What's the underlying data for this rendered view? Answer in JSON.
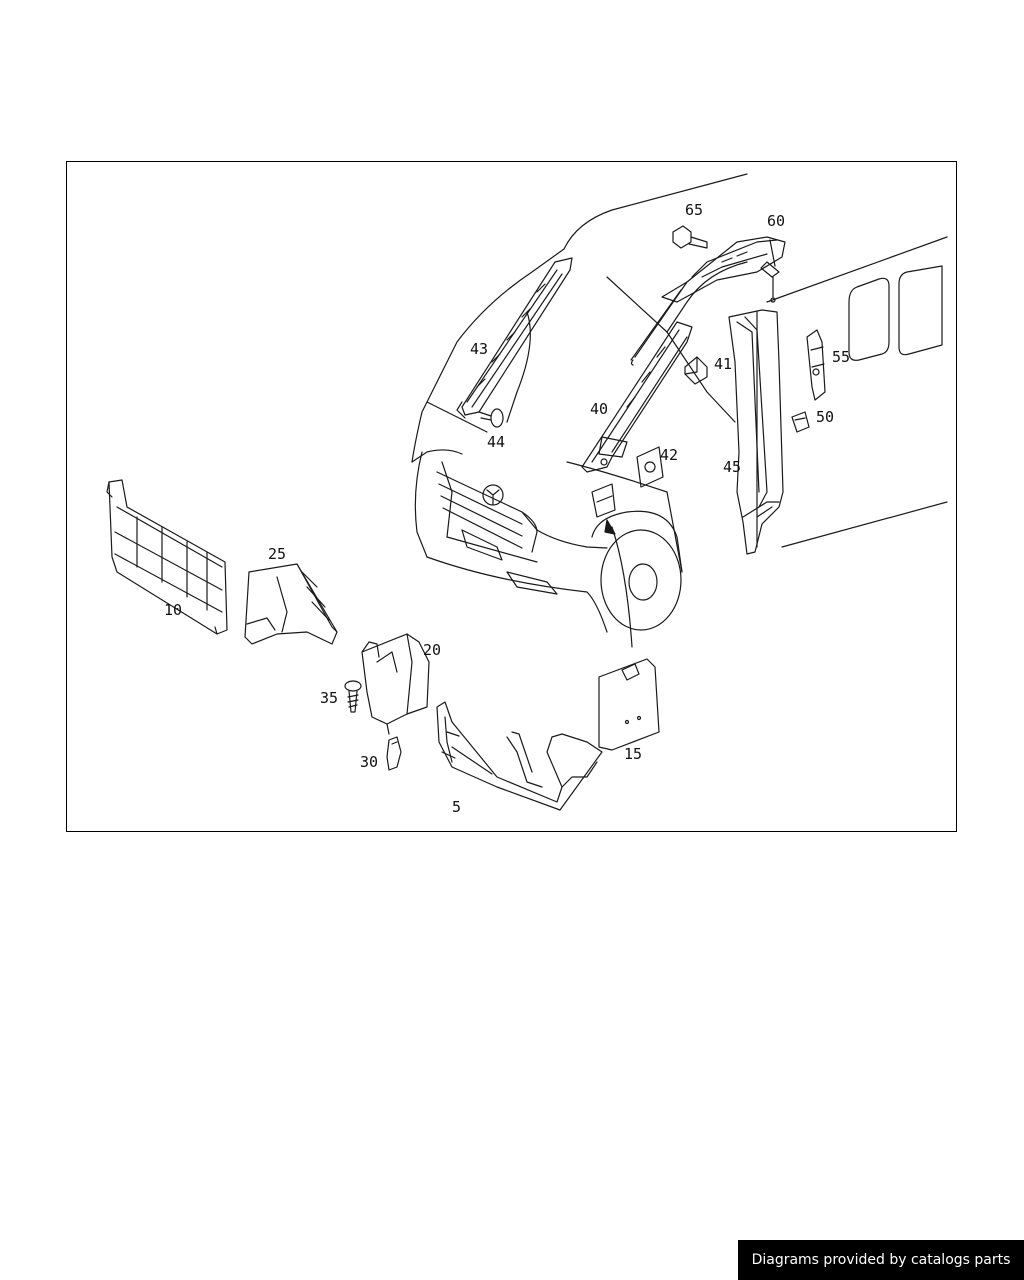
{
  "diagram": {
    "part_labels": [
      "65",
      "60",
      "43",
      "41",
      "55",
      "40",
      "44",
      "50",
      "42",
      "45",
      "25",
      "10",
      "20",
      "35",
      "30",
      "15",
      "5"
    ]
  },
  "footer": {
    "credit": "Diagrams provided by catalogs parts"
  },
  "colors": {
    "line": "#1a1a1a",
    "background": "#ffffff",
    "banner": "#000000"
  }
}
